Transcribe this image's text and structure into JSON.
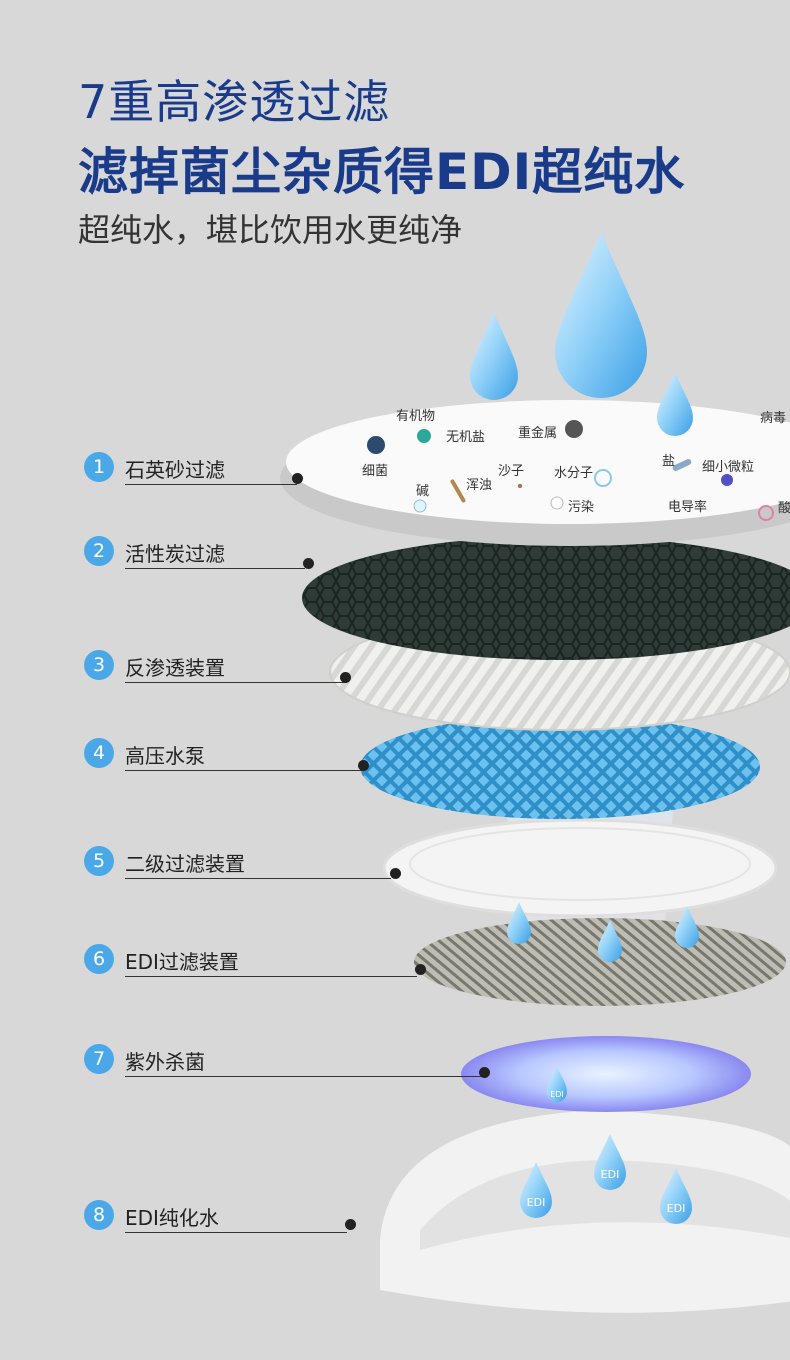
{
  "headline": {
    "line1": "7重高渗透过滤",
    "line2": "滤掉菌尘杂质得EDI超纯水",
    "line3": "超纯水，堪比饮用水更纯净"
  },
  "colors": {
    "title": "#1a3a8a",
    "badge": "#4aa8e8",
    "background": "#d8d8d8"
  },
  "layers": [
    {
      "num": "1",
      "label": "石英砂过滤"
    },
    {
      "num": "2",
      "label": "活性炭过滤"
    },
    {
      "num": "3",
      "label": "反渗透装置"
    },
    {
      "num": "4",
      "label": "高压水泵"
    },
    {
      "num": "5",
      "label": "二级过滤装置"
    },
    {
      "num": "6",
      "label": "EDI过滤装置"
    },
    {
      "num": "7",
      "label": "紫外杀菌"
    },
    {
      "num": "8",
      "label": "EDI纯化水"
    }
  ],
  "contaminants": {
    "organic": "有机物",
    "bacteria": "细菌",
    "inorganic_salt": "无机盐",
    "heavy_metal": "重金属",
    "sand": "沙子",
    "alkali": "碱",
    "turbidity": "浑浊",
    "molecule": "水分子",
    "salt": "盐",
    "particle": "细小微粒",
    "virus": "病毒",
    "pollution": "污染",
    "conductivity": "电导率",
    "acid": "酸"
  },
  "drop_tag": "EDI"
}
